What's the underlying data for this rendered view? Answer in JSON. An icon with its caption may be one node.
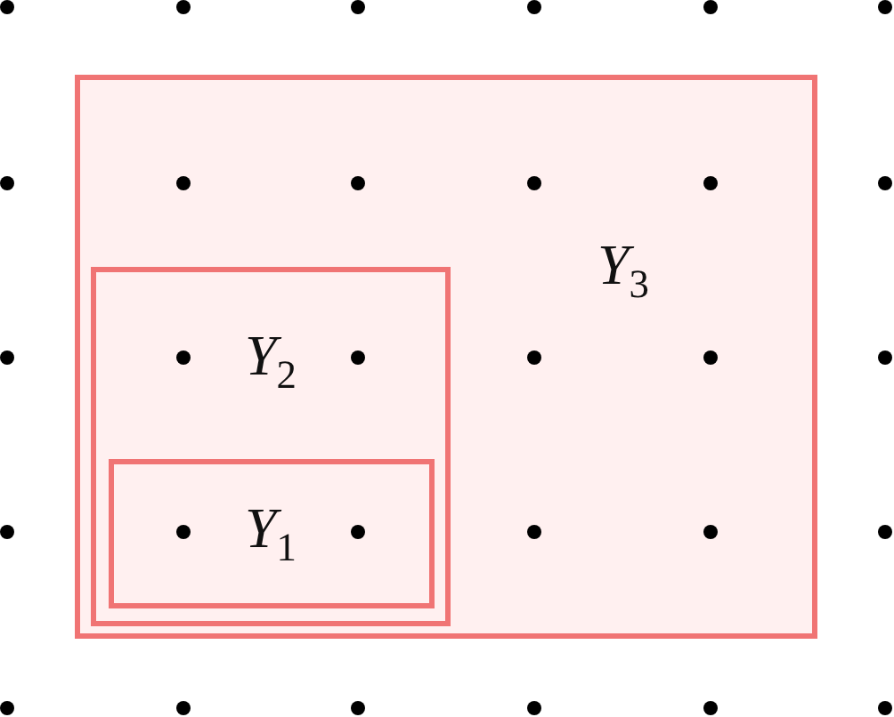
{
  "diagram": {
    "nodes": [
      {
        "text": [
          "*Y*$_{3}$"
        ]
      },
      {
        "text": [
          "*Y*$_{2}$"
        ],
        "in": 0
      },
      {
        "text": [
          "*Y*$_{1}$"
        ],
        "in": 1
      }
    ]
  }
}
